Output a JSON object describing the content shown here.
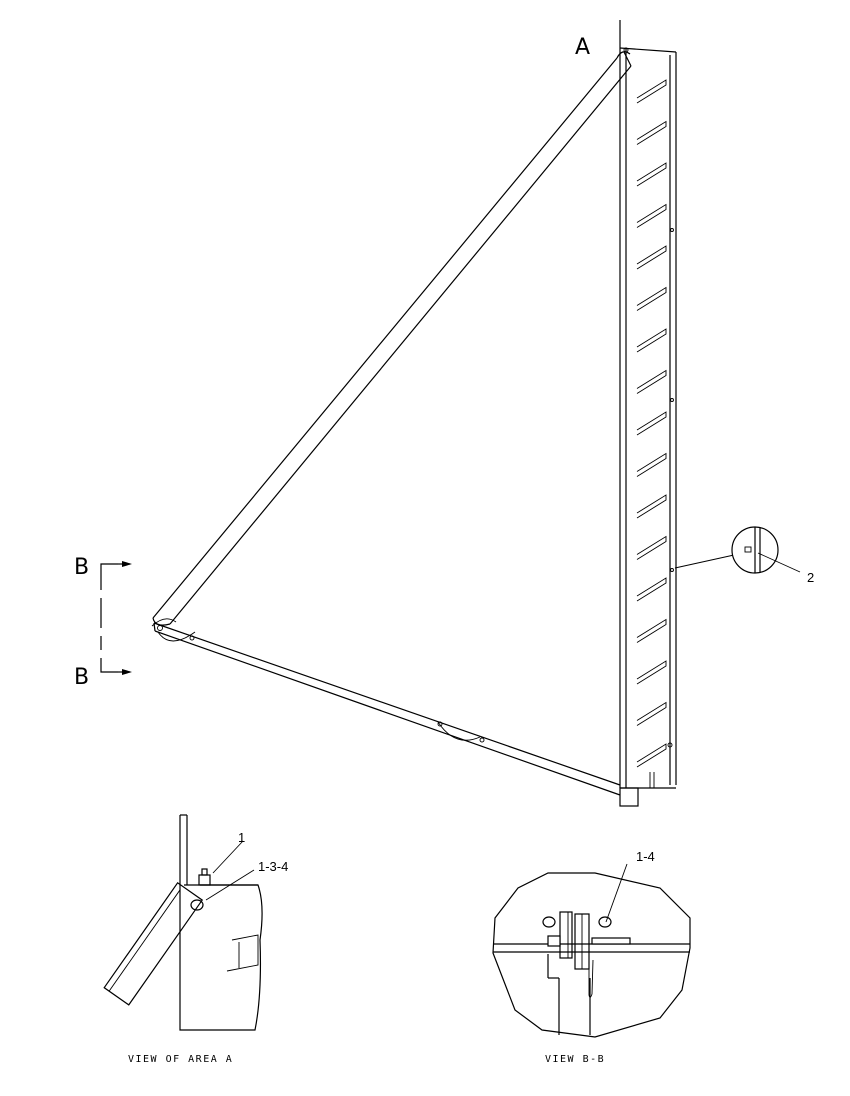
{
  "labels": {
    "view_a_marker": "A",
    "section_b_top": "B",
    "section_b_bottom": "B"
  },
  "callouts": {
    "main_item": "2",
    "area_a_item_1": "1",
    "area_a_items_1_3_4": "1-3-4",
    "section_b_items_1_4": "1-4"
  },
  "captions": {
    "view_of_area_a": "VIEW OF AREA A",
    "view_b_b": "VIEW B-B"
  },
  "colors": {
    "line": "#000000",
    "background": "#ffffff"
  }
}
